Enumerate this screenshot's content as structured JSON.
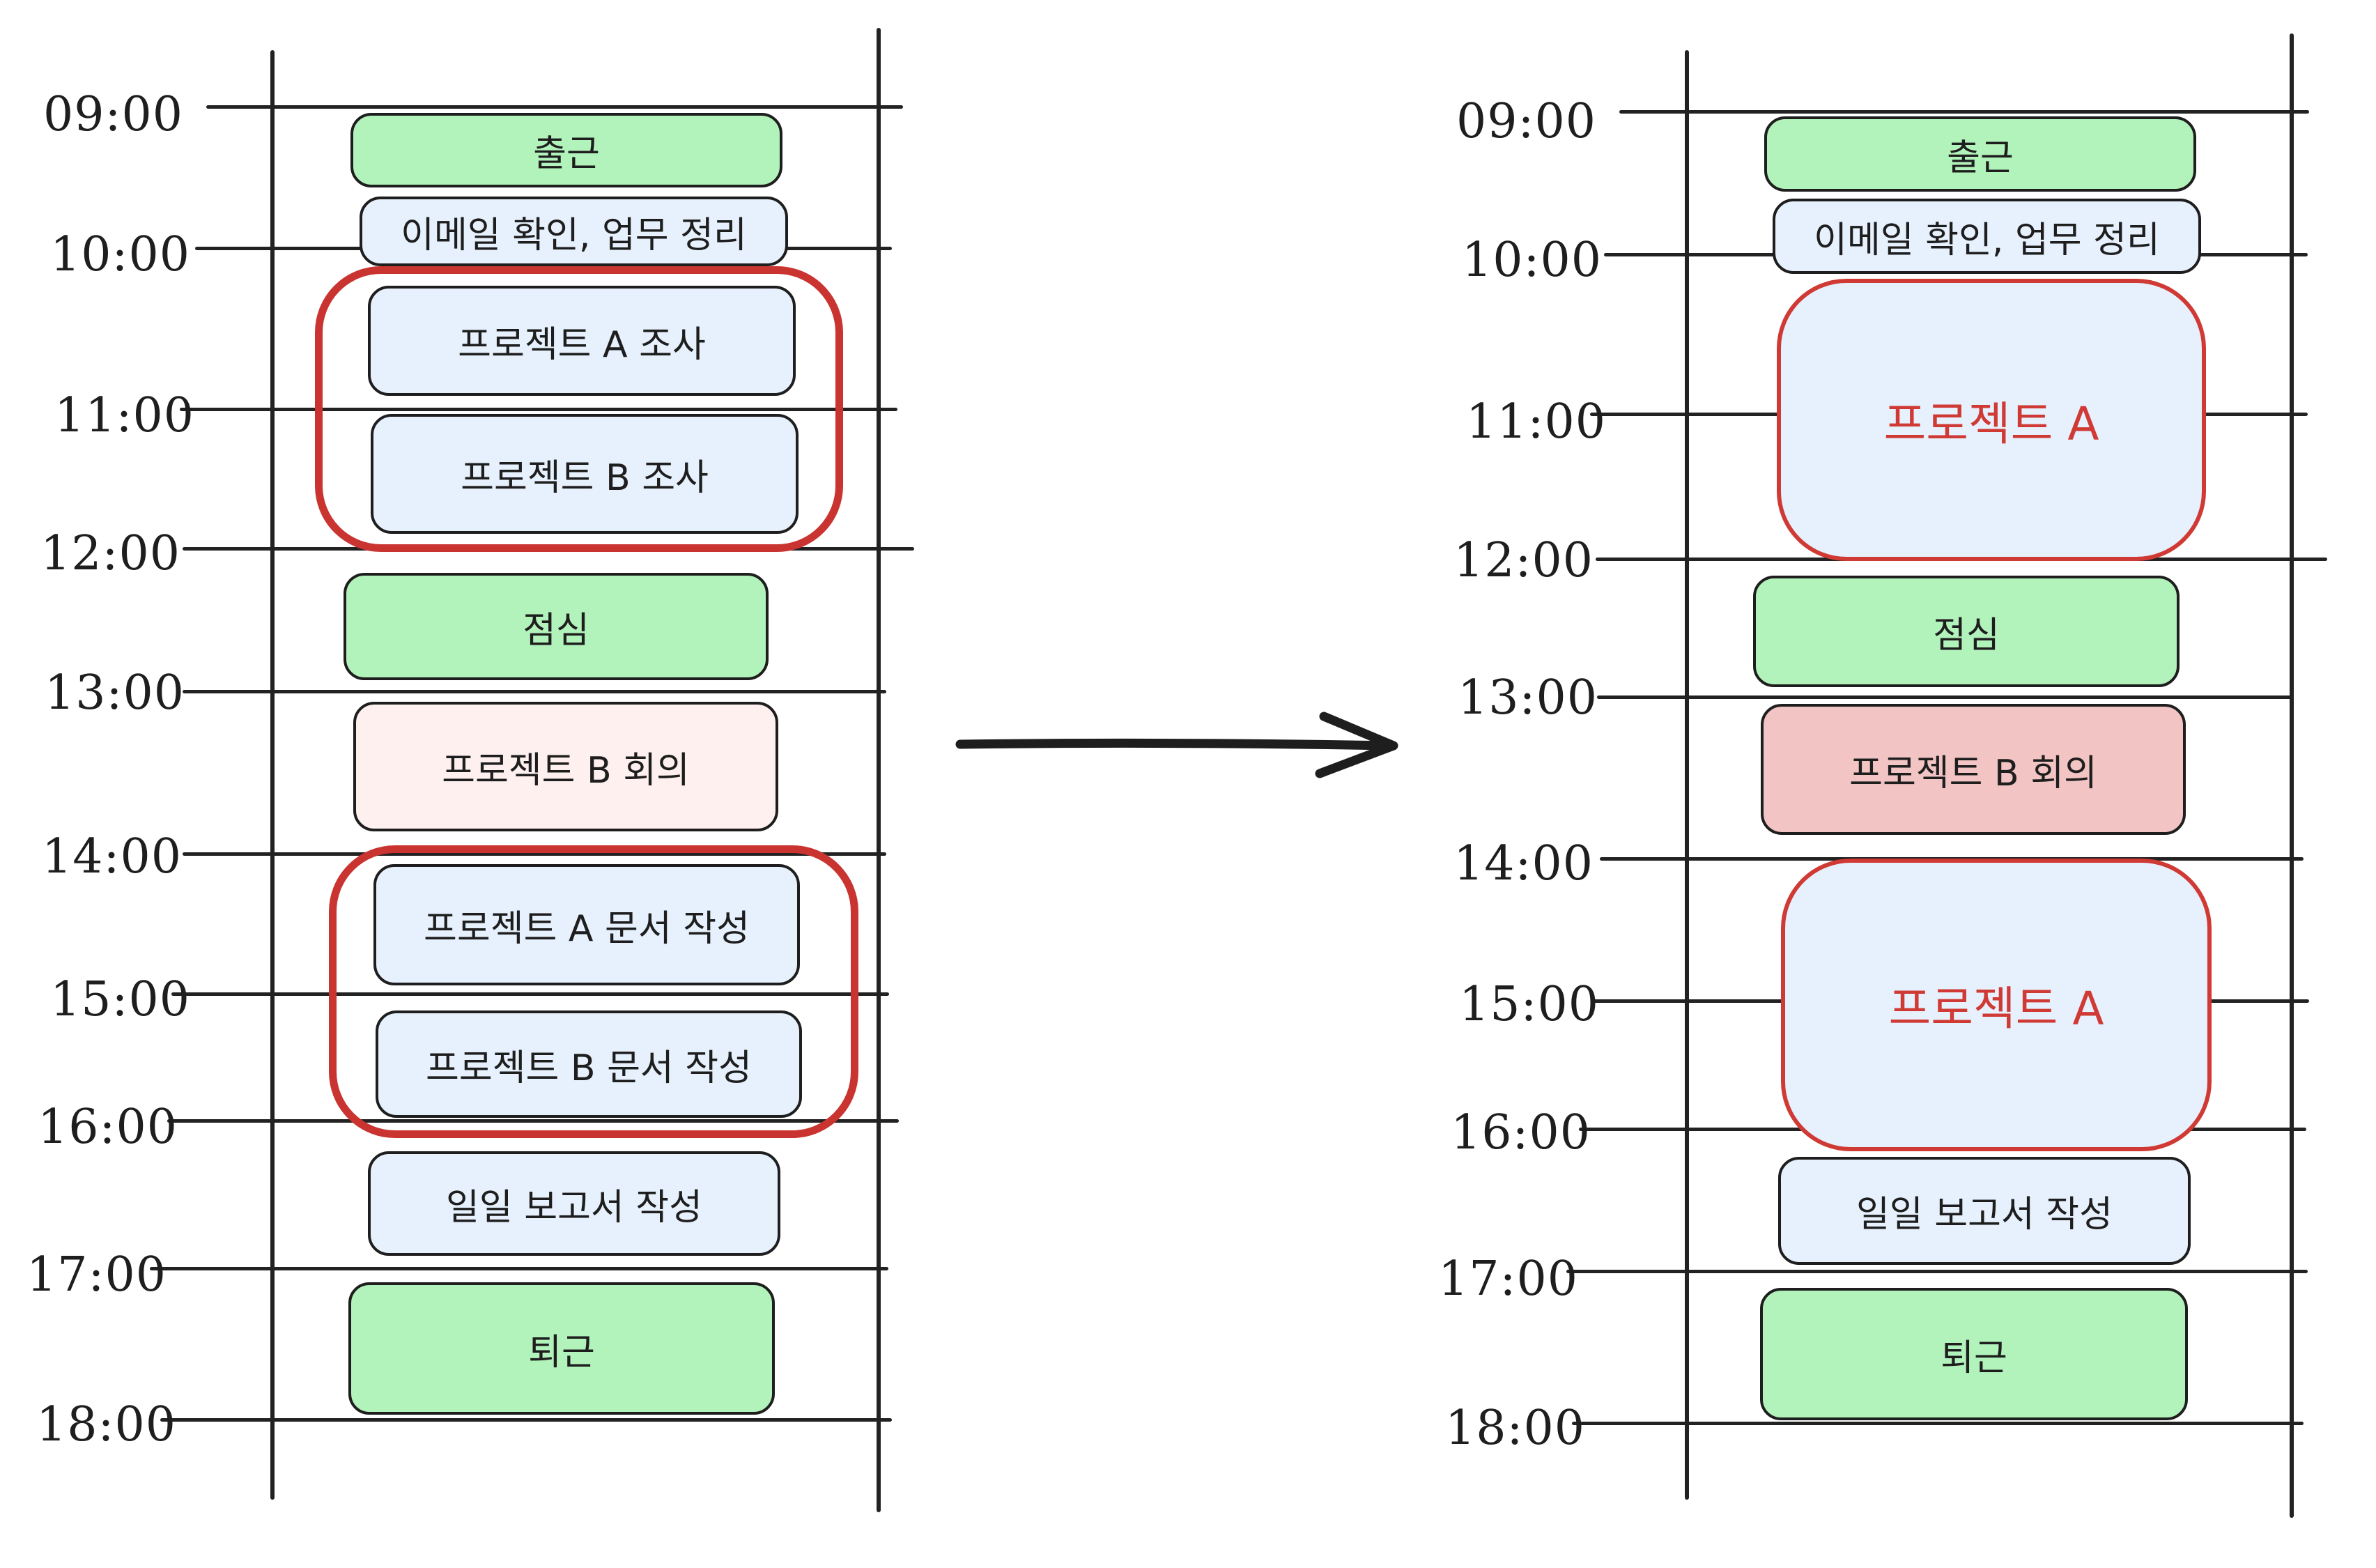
{
  "hours": [
    "09:00",
    "10:00",
    "11:00",
    "12:00",
    "13:00",
    "14:00",
    "15:00",
    "16:00",
    "17:00",
    "18:00"
  ],
  "before": {
    "blocks": [
      {
        "label": "출근",
        "fill": "green"
      },
      {
        "label": "이메일 확인, 업무 정리",
        "fill": "blue"
      },
      {
        "label": "프로젝트 A 조사",
        "fill": "blue"
      },
      {
        "label": "프로젝트 B 조사",
        "fill": "blue"
      },
      {
        "label": "점심",
        "fill": "green"
      },
      {
        "label": "프로젝트 B 회의",
        "fill": "pink"
      },
      {
        "label": "프로젝트 A 문서 작성",
        "fill": "blue"
      },
      {
        "label": "프로젝트 B 문서 작성",
        "fill": "blue"
      },
      {
        "label": "일일 보고서 작성",
        "fill": "blue"
      },
      {
        "label": "퇴근",
        "fill": "green"
      }
    ]
  },
  "after": {
    "blocks": [
      {
        "label": "출근",
        "fill": "green"
      },
      {
        "label": "이메일 확인, 업무 정리",
        "fill": "blue"
      },
      {
        "label": "프로젝트 A",
        "fill": "blue",
        "highlight": true
      },
      {
        "label": "점심",
        "fill": "green"
      },
      {
        "label": "프로젝트 B 회의",
        "fill": "red"
      },
      {
        "label": "프로젝트 A",
        "fill": "blue",
        "highlight": true
      },
      {
        "label": "일일 보고서 작성",
        "fill": "blue"
      },
      {
        "label": "퇴근",
        "fill": "green"
      }
    ]
  },
  "colors": {
    "green": "#b2f2bb",
    "blue": "#e7f1fd",
    "pink": "#fdf0ef",
    "red": "#f3c4c4",
    "highlight": "#c93431",
    "stroke": "#1e1e1e"
  }
}
